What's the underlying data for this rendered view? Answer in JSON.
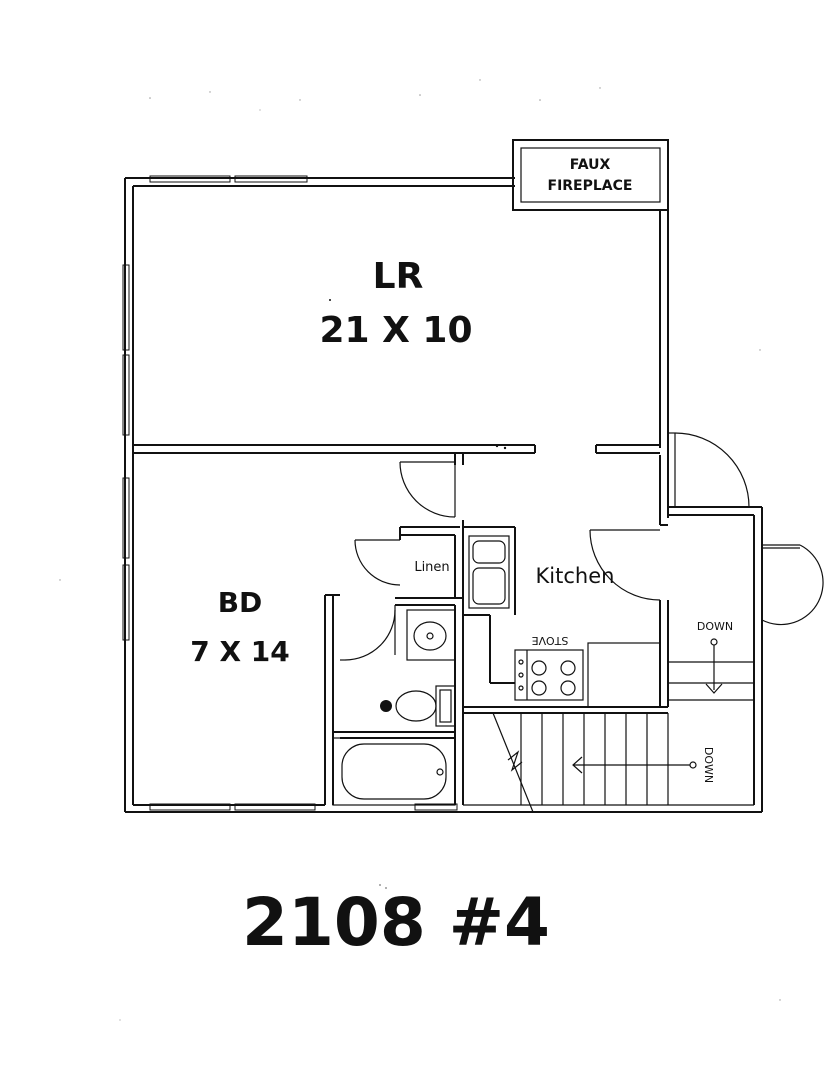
{
  "fireplace": {
    "line1": "FAUX",
    "line2": "FIREPLACE"
  },
  "living_room": {
    "name": "LR",
    "size": "21 X 10"
  },
  "bedroom": {
    "name": "BD",
    "size": "7 X 14"
  },
  "kitchen": {
    "label": "Kitchen",
    "stove_label": "STOVE"
  },
  "linen": {
    "label": "Linen"
  },
  "stairs": {
    "down_label_top": "DOWN",
    "down_label_side": "DOWN"
  },
  "unit": {
    "title": "2108 #4"
  }
}
